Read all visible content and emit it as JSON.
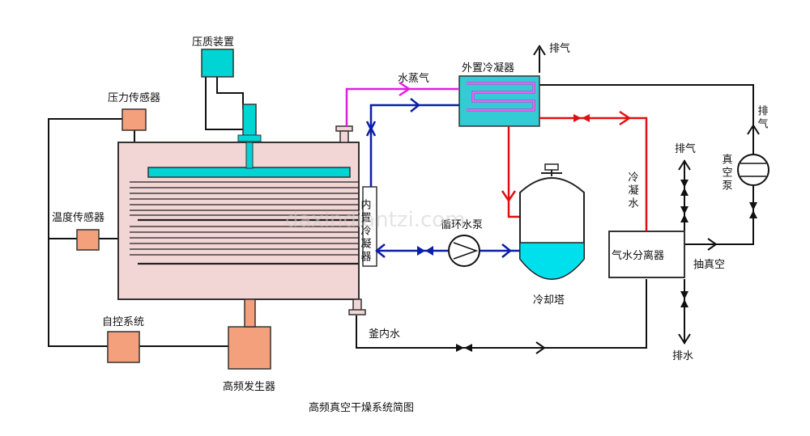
{
  "diagram": {
    "caption": "高频真空干燥系统简图",
    "watermark": "daxindiantzi.com",
    "labels": {
      "pressing_device": "压质装置",
      "pressure_sensor": "压力传感器",
      "temp_sensor": "温度传感器",
      "auto_control": "自控系统",
      "hf_generator": "高频发生器",
      "internal_condenser": "内置冷凝器",
      "external_condenser": "外置冷凝器",
      "water_vapor": "水蒸气",
      "exhaust_top": "排气",
      "exhaust_right": "排气",
      "exhaust_mid": "排气",
      "vacuum_pump": "真空泵",
      "condensed_water": "冷凝水",
      "circulation_pump": "循环水泵",
      "cooling_tower": "冷却塔",
      "separator": "气水分离器",
      "pump_vacuum": "抽真空",
      "drain": "排水",
      "tank_water": "釜内水"
    },
    "colors": {
      "vessel_fill": "#f2d5d5",
      "cyan": "#00d4d4",
      "salmon": "#f4a07c",
      "blue_line": "#0a1eaa",
      "red_line": "#e01010",
      "magenta_line": "#e020e0",
      "black_line": "#111111"
    }
  }
}
